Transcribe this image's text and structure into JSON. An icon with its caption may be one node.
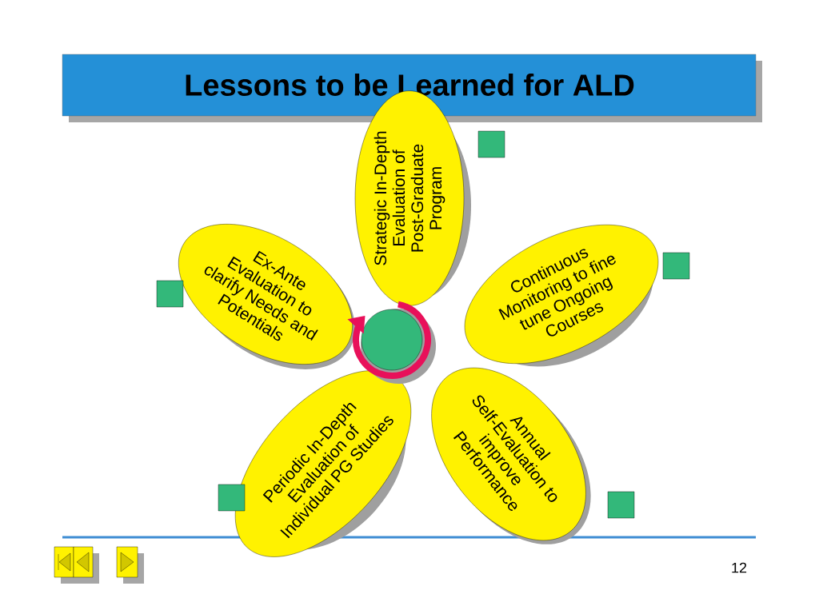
{
  "diagram": {
    "title": "Lessons to be Learned for ALD",
    "nodes": [
      {
        "text": [
          "Strategic In-Depth Evaluation of Post-Graduate Program"
        ]
      },
      {
        "text": [
          "Ex-Ante Evaluation to clarify Needs and Potentials"
        ]
      },
      {
        "text": [
          "Continuous Monitoring to fine tune Ongoing Courses"
        ]
      },
      {
        "text": [
          "Periodic In-Depth Evaluation of Individual PG Studies"
        ]
      },
      {
        "text": [
          "Annual Self-Evaluation to improve Performance"
        ]
      },
      {
        "text": [],
        "shape": "circle"
      }
    ],
    "edges": [
      {
        "from": 5,
        "to": 5,
        "arrow": "to"
      }
    ],
    "labels": [
      "12"
    ]
  }
}
